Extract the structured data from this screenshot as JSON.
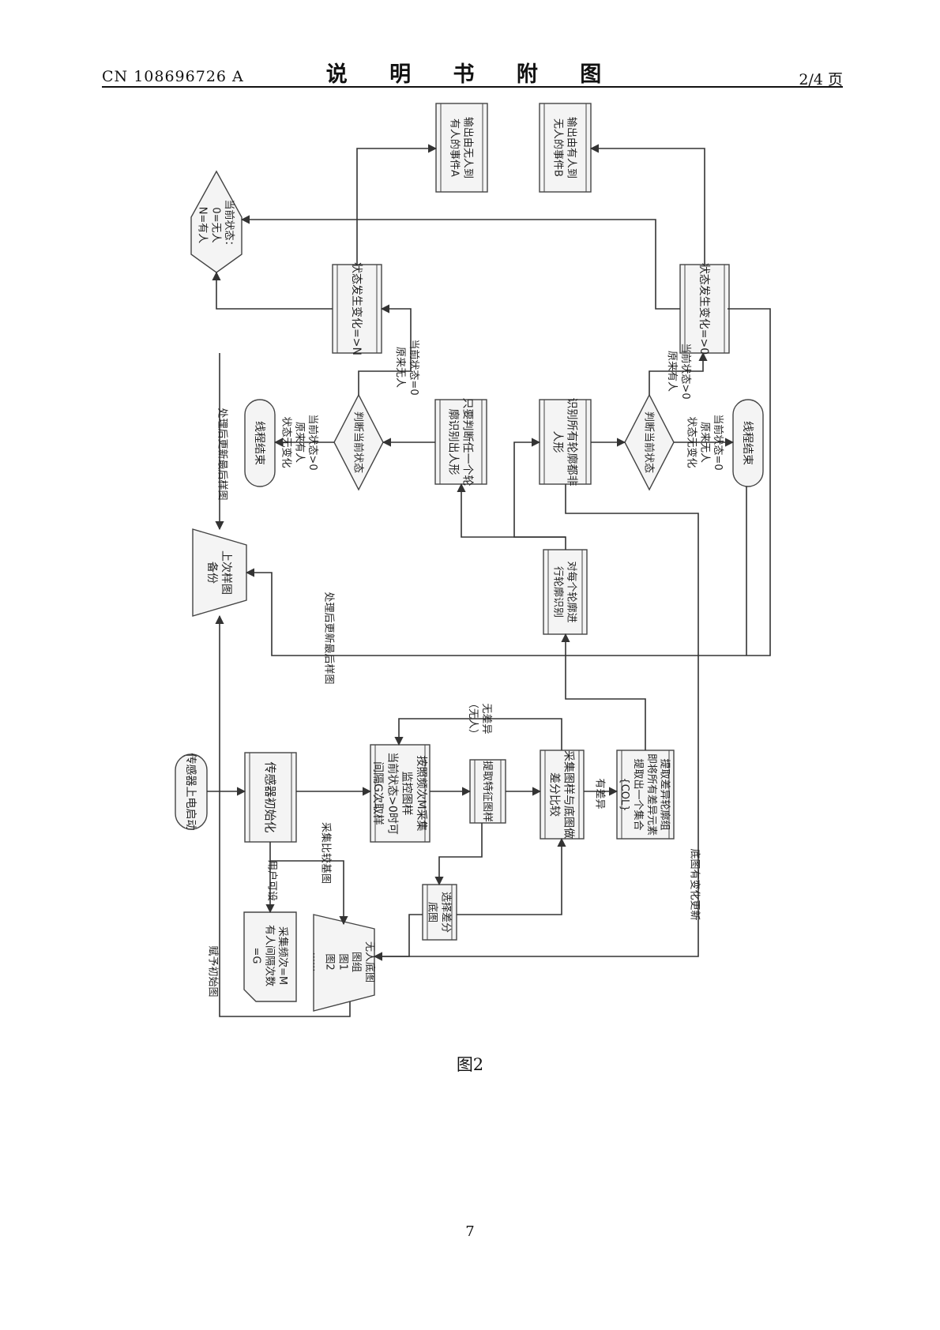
{
  "header": {
    "publication": "CN 108696726 A",
    "title": "说 明 书 附 图",
    "page_of": "2/4 页"
  },
  "figure": {
    "caption": "图2",
    "nodes": {
      "start": [
        "传感器上电启动"
      ],
      "init": [
        "传感器初始化"
      ],
      "collect_freq": [
        "采集频次=M",
        "有人间隔次数",
        "=G"
      ],
      "nobody_bg": [
        "无人底图",
        "图组",
        "图1",
        "图2",
        "......"
      ],
      "sample": [
        "按照频次M采集",
        "监控图样",
        "当前状态>0时可",
        "间隔G次取样"
      ],
      "extract_feat": [
        "提取特征图样"
      ],
      "select_diff": [
        "选择差分",
        "底图"
      ],
      "compare": [
        "采集图样与底图做",
        "差分比较"
      ],
      "extract_contour": [
        "提取差异轮廓组",
        "即将所有差异元素",
        "提取出一个集合",
        "{COL}"
      ],
      "each_contour": [
        "对每个轮廓进",
        "行轮廓识别"
      ],
      "last_backup": [
        "上次样图",
        "备份"
      ],
      "any_human": [
        "只要判断任一个轮",
        "廓识别出人形"
      ],
      "all_nonhuman": [
        "识别所有轮廓都非",
        "人形"
      ],
      "judge1": [
        "判断当前状态"
      ],
      "judge2": [
        "判断当前状态"
      ],
      "thread_end1": [
        "线程结束"
      ],
      "thread_end2": [
        "线程结束"
      ],
      "change_to_n": [
        "状态发生变化=>N"
      ],
      "change_to_0": [
        "状态发生变化=>0"
      ],
      "cur_state": [
        "当前状态：",
        "0=无人",
        "N=有人"
      ],
      "event_a": [
        "输出由无人到",
        "有人的事件A"
      ],
      "event_b": [
        "输出由有人到",
        "无人的事件B"
      ]
    },
    "labels": {
      "user_config": "用户可设",
      "collect_compare": "采集比较基图",
      "assign_initial": "赋予初始图",
      "has_diff": "有差异",
      "no_diff": [
        "无差异",
        "（无人）"
      ],
      "bg_update": "底图有变化更新",
      "update_last_bottom": "处理后更新最后样图",
      "update_last_top": "处理后更新最后样图",
      "cond_gt0_had_person_nochange": [
        "当前状态>0",
        "原来有人",
        "状态无变化"
      ],
      "cond_eq0_was_empty": [
        "当前状态=0",
        "原来无人"
      ],
      "cond_gt0_had_person": [
        "当前状态>0",
        "原来有人"
      ],
      "cond_eq0_was_empty_nochange": [
        "当前状态=0",
        "原来无人",
        "状态无变化"
      ]
    }
  },
  "page_number": "7"
}
